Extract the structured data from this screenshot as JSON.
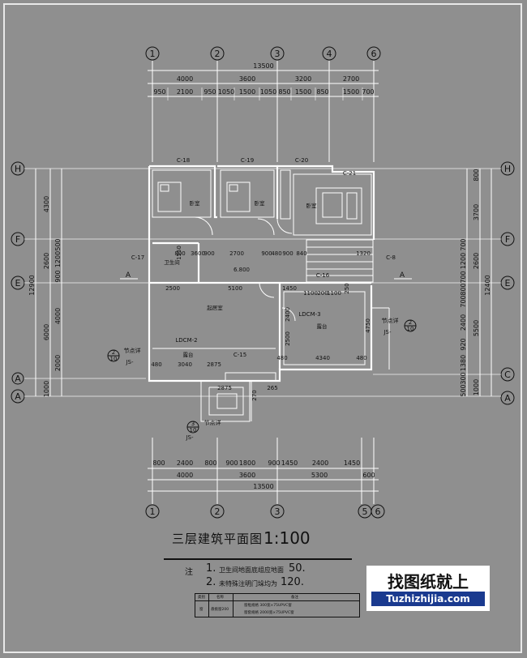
{
  "drawing": {
    "title": "三层建筑平面图",
    "scale": "1:100",
    "axes_top": [
      "1",
      "2",
      "3",
      "4",
      "6"
    ],
    "axes_bottom": [
      "1",
      "2",
      "3",
      "5",
      "6"
    ],
    "axes_left": [
      "H",
      "F",
      "E",
      "A",
      "A"
    ],
    "axes_right": [
      "H",
      "F",
      "E",
      "C",
      "A"
    ],
    "total_top": "13500",
    "top_dims": [
      "4000",
      "3600",
      "3200",
      "2700"
    ],
    "top_sub_dims": [
      "950",
      "2100",
      "950",
      "1050",
      "1500",
      "1050",
      "850",
      "1500",
      "850",
      "1500",
      "700"
    ],
    "total_bottom": "13500",
    "bottom_dims": [
      "4000",
      "3600",
      "5300",
      "600"
    ],
    "bottom_sub_dims": [
      "800",
      "2400",
      "800",
      "900",
      "1800",
      "900",
      "1450",
      "2400",
      "1450"
    ],
    "left_total": "12900",
    "left_dims": [
      "4300",
      "2600",
      "6000",
      "1000"
    ],
    "left_sub_dims": [
      "500",
      "1200",
      "900",
      "4000",
      "2000"
    ],
    "right_total": "12400",
    "right_dims": [
      "800",
      "3700",
      "2600",
      "5500",
      "1000"
    ],
    "right_sub_dims": [
      "700",
      "1200",
      "700",
      "800",
      "700",
      "2400",
      "920",
      "1380",
      "300",
      "500"
    ],
    "windows": [
      "C-18",
      "C-19",
      "C-20",
      "C-21",
      "C-17",
      "C-8",
      "C-16",
      "C-15"
    ],
    "rooms": [
      "卧室",
      "卧室",
      "卧室",
      "卫生间",
      "起居室",
      "露台",
      "露台"
    ],
    "interior_dims": [
      "1550",
      "800",
      "3600",
      "900",
      "2700",
      "900",
      "480",
      "900",
      "840",
      "1320",
      "6.800",
      "2500",
      "5100",
      "1450",
      "1100",
      "200",
      "1100",
      "2400",
      "2500",
      "4750",
      "4340",
      "480",
      "480",
      "3040",
      "480",
      "2875",
      "2875",
      "265",
      "270",
      "250"
    ],
    "section_marks": [
      "A",
      "A"
    ],
    "ldcm": [
      "LDCM-3",
      "LDCM-2"
    ],
    "node_details": [
      {
        "label": "节点详",
        "num": "2",
        "den": "10",
        "ref": "JS-"
      },
      {
        "label": "节点详",
        "num": "2",
        "den": "10",
        "ref": "JS-"
      },
      {
        "label": "节点详",
        "num": "3",
        "den": "10",
        "ref": "JS-"
      }
    ]
  },
  "notes": {
    "prefix": "注",
    "n1": "1.",
    "t1": "卫生间地面底组应地面",
    "v1": "50.",
    "n2": "2.",
    "t2": "未特殊注明门垛均为",
    "v2": "120."
  },
  "door_table": {
    "headers": [
      "类别",
      "名称",
      "备注"
    ],
    "row_category": "窗",
    "row_name": "悬挑窗200",
    "detail1": "窗框规格  300宽×75UPVC窗",
    "detail2": "窗套规格  2000宽×75UPVC窗"
  },
  "brand": {
    "cn": "找图纸就上",
    "en": "Tuzhizhijia.com"
  },
  "colors": {
    "background": "#8f8f8f",
    "lines": "#ffffff",
    "text": "#111111",
    "brand_blue": "#1a3a8f"
  }
}
